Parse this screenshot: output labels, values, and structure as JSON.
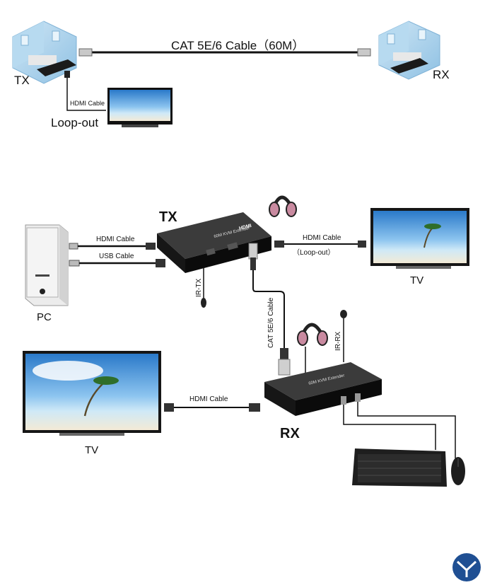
{
  "top": {
    "cable_label": "CAT 5E/6 Cable（60M）",
    "tx_label": "TX",
    "rx_label": "RX",
    "hdmi_label": "HDMI Cable",
    "loop_label": "Loop-out"
  },
  "bottom": {
    "tx_label": "TX",
    "rx_label": "RX",
    "pc_label": "PC",
    "tv_right_label": "TV",
    "tv_left_label": "TV",
    "hdmi_pc_label": "HDMI Cable",
    "usb_label": "USB Cable",
    "hdmi_loop_label": "HDMI Cable",
    "loop_label": "（Loop-out）",
    "ir_tx_label": "IR-TX",
    "ir_rx_label": "IR-RX",
    "cat_label": "CAT 5E/6 Cable",
    "hdmi_rx_label": "HDMI Cable",
    "device_tx_text": "60M KVM Extender",
    "device_rx_text": "60M KVM Extender",
    "hdmi_logo": "HDMI"
  },
  "logo": {
    "name": "brand-logo",
    "color": "#1f4f93"
  }
}
